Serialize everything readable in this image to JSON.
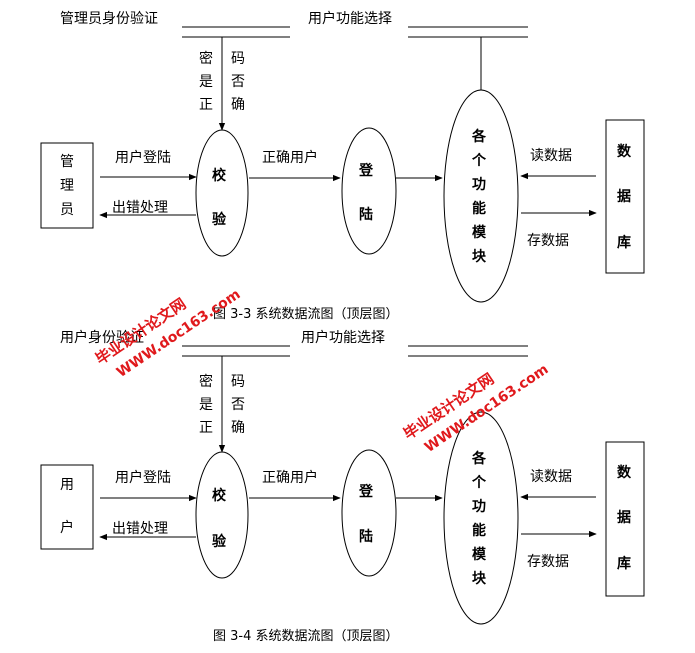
{
  "diagram_top": {
    "admin_verify_label": "管理员身份验证",
    "func_select_label": "用户功能选择",
    "password_label": [
      "密",
      "是",
      "正"
    ],
    "correct_label": [
      "码",
      "否",
      "确"
    ],
    "actor_chars": [
      "管",
      "理",
      "员"
    ],
    "user_login_label": "用户登陆",
    "error_label": "出错处理",
    "check_chars": [
      "校",
      "验"
    ],
    "correct_user_label": "正确用户",
    "login_chars": [
      "登",
      "陆"
    ],
    "module_chars": [
      "各",
      "个",
      "功",
      "能",
      "模",
      "块"
    ],
    "read_label": "读数据",
    "store_label": "存数据",
    "db_chars": [
      "数",
      "据",
      "库"
    ],
    "caption": "图 3-3 系统数据流图（顶层图）"
  },
  "diagram_bottom": {
    "admin_verify_label": "用户身份验证",
    "func_select_label": "用户功能选择",
    "password_label": [
      "密",
      "是",
      "正"
    ],
    "correct_label": [
      "码",
      "否",
      "确"
    ],
    "actor_chars": [
      "用",
      "户"
    ],
    "user_login_label": "用户登陆",
    "error_label": "出错处理",
    "check_chars": [
      "校",
      "验"
    ],
    "correct_user_label": "正确用户",
    "login_chars": [
      "登",
      "陆"
    ],
    "module_chars": [
      "各",
      "个",
      "功",
      "能",
      "模",
      "块"
    ],
    "read_label": "读数据",
    "store_label": "存数据",
    "db_chars": [
      "数",
      "据",
      "库"
    ],
    "caption": "图 3-4 系统数据流图（顶层图）"
  },
  "watermarks": [
    {
      "cn": "毕业设计论文网",
      "url": "WWW.doc163.com"
    },
    {
      "cn": "毕业设计论文网",
      "url": "WWW.doc163.com"
    }
  ],
  "colors": {
    "watermark": "#e0191c",
    "line": "#000000"
  }
}
